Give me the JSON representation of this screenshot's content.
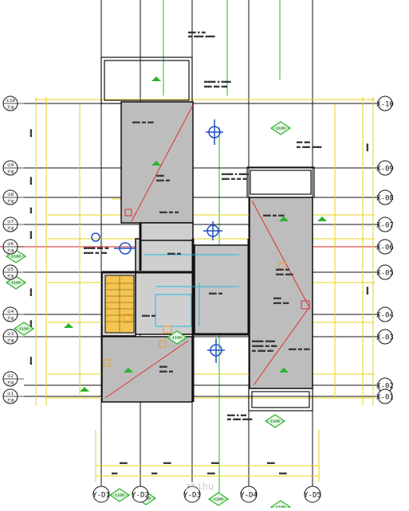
{
  "title": "",
  "grid": {
    "x_bubbles_right": [
      "X-10",
      "X-09",
      "X-08",
      "X-07",
      "X-06",
      "X-05",
      "X-04",
      "X-03",
      "X-02",
      "X-01"
    ],
    "x_bubbles_left_top": [
      "①10",
      "①9",
      "①8",
      "①7",
      "①6",
      "①5",
      "①4",
      "①3",
      "①2",
      "①1"
    ],
    "x_bubbles_left_bottom": [
      "Ⓟ8",
      "Ⓟ8",
      "Ⓟ8",
      "Ⓟ8",
      "Ⓟ8",
      "Ⓟ8",
      "Ⓟ8",
      "Ⓟ8",
      "Ⓟ8",
      "Ⓟ8"
    ],
    "y_bubbles_bottom": [
      "Y-D1",
      "Y-D2",
      "Y-D3",
      "Y-D4",
      "Y-D5"
    ]
  },
  "room_tags": [
    "1100",
    "1100",
    "1100",
    "1100",
    "1100",
    "1100"
  ],
  "watermark": "zhihu"
}
